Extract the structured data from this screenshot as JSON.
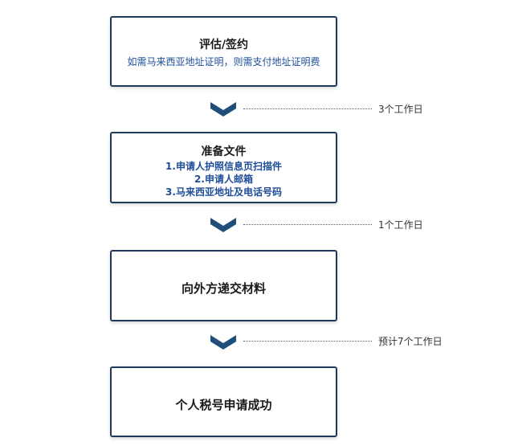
{
  "steps": [
    {
      "title": "评估/签约",
      "subtitle": "如需马来西亚地址证明，则需支付地址证明费"
    },
    {
      "title": "准备文件",
      "items": [
        "1.申请人护照信息页扫描件",
        "2.申请人邮箱",
        "3.马来西亚地址及电话号码"
      ]
    },
    {
      "title": "向外方递交材料"
    },
    {
      "title": "个人税号申请成功"
    }
  ],
  "durations": [
    "3个工作日",
    "1个工作日",
    "预计7个工作日"
  ],
  "colors": {
    "border": "#1f3a5c",
    "chevron": "#1f4e79",
    "accent_text": "#1f4e99"
  },
  "icons": {
    "connector": "chevron-down-icon"
  }
}
